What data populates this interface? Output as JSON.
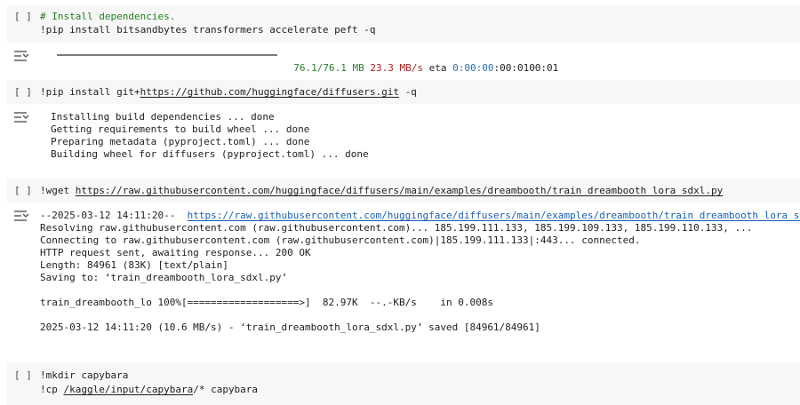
{
  "cells": [
    {
      "run_label": "[ ]",
      "code": [
        "# Install dependencies.",
        "!pip install bitsandbytes transformers accelerate peft -q"
      ],
      "output": {
        "progress": 1.0,
        "size": "76.1/76.1 MB",
        "speed": "23.3 MB/s",
        "eta_label": "eta",
        "eta": "0:00:00",
        "tail": ":00:0100:01"
      }
    },
    {
      "run_label": "[ ]",
      "code_prefix": "!pip install git+",
      "code_url": "https://github.com/huggingface/diffusers.git",
      "code_suffix": " -q",
      "output": [
        "Installing build dependencies ... done",
        "Getting requirements to build wheel ... done",
        "Preparing metadata (pyproject.toml) ... done",
        "Building wheel for diffusers (pyproject.toml) ... done"
      ]
    },
    {
      "run_label": "[ ]",
      "code_prefix": "!wget ",
      "code_url": "https://raw.githubusercontent.com/huggingface/diffusers/main/examples/dreambooth/train_dreambooth_lora_sdxl.py",
      "output": {
        "first_prefix": "--2025-03-12 14:11:20--  ",
        "first_url": "https://raw.githubusercontent.com/huggingface/diffusers/main/examples/dreambooth/train_dreambooth_lora_sdxl.py",
        "lines": [
          "Resolving raw.githubusercontent.com (raw.githubusercontent.com)... 185.199.111.133, 185.199.109.133, 185.199.110.133, ...",
          "Connecting to raw.githubusercontent.com (raw.githubusercontent.com)|185.199.111.133|:443... connected.",
          "HTTP request sent, awaiting response... 200 OK",
          "Length: 84961 (83K) [text/plain]",
          "Saving to: ‘train_dreambooth_lora_sdxl.py’",
          "",
          "train_dreambooth_lo 100%[===================>]  82.97K  --.-KB/s    in 0.008s",
          "",
          "2025-03-12 14:11:20 (10.6 MB/s) - ‘train_dreambooth_lora_sdxl.py’ saved [84961/84961]"
        ]
      }
    },
    {
      "run_label": "[ ]",
      "code_line1": "!mkdir capybara",
      "code2_prefix": "!cp ",
      "code2_path": "/kaggle/input/capybara",
      "code2_suffix": "/* capybara"
    }
  ],
  "colors": {
    "cell_bg": "#f7f7f7",
    "comment": "#1e7f1e",
    "link": "#1a5fb4",
    "progress_green": "#2a7f2a",
    "speed_red": "#b12020",
    "eta_blue": "#2a6fa6"
  },
  "icons": {
    "output_toggle": "output-collapse-icon"
  }
}
